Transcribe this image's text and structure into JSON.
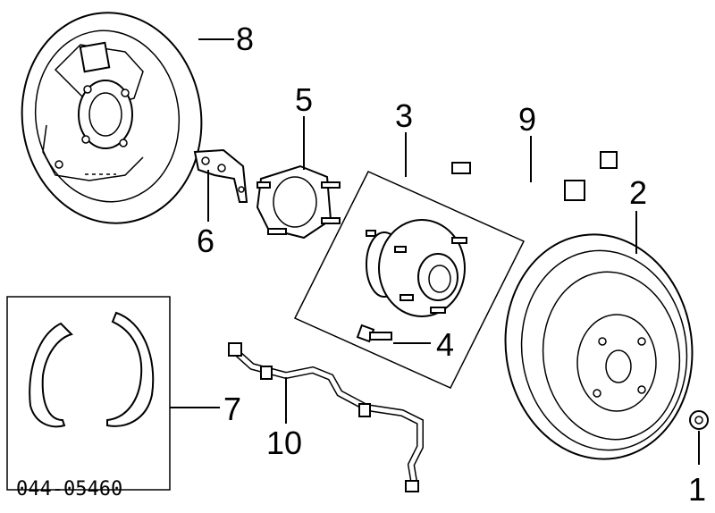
{
  "diagram": {
    "code": "044-05460",
    "callouts": {
      "c1": "1",
      "c2": "2",
      "c3": "3",
      "c4": "4",
      "c5": "5",
      "c6": "6",
      "c7": "7",
      "c8": "8",
      "c9": "9",
      "c10": "10"
    }
  }
}
